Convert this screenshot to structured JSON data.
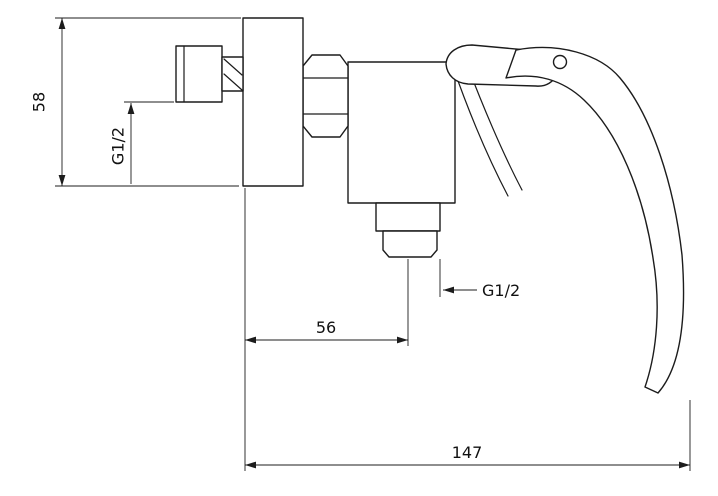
{
  "colors": {
    "line": "#1c1c1c",
    "background": "#ffffff"
  },
  "dimensions": {
    "plate_height": {
      "label": "58"
    },
    "inlet_thread": {
      "label": "G1/2"
    },
    "outlet_thread": {
      "label": "G1/2"
    },
    "outlet_offset": {
      "label": "56"
    },
    "overall_depth": {
      "label": "147"
    }
  }
}
